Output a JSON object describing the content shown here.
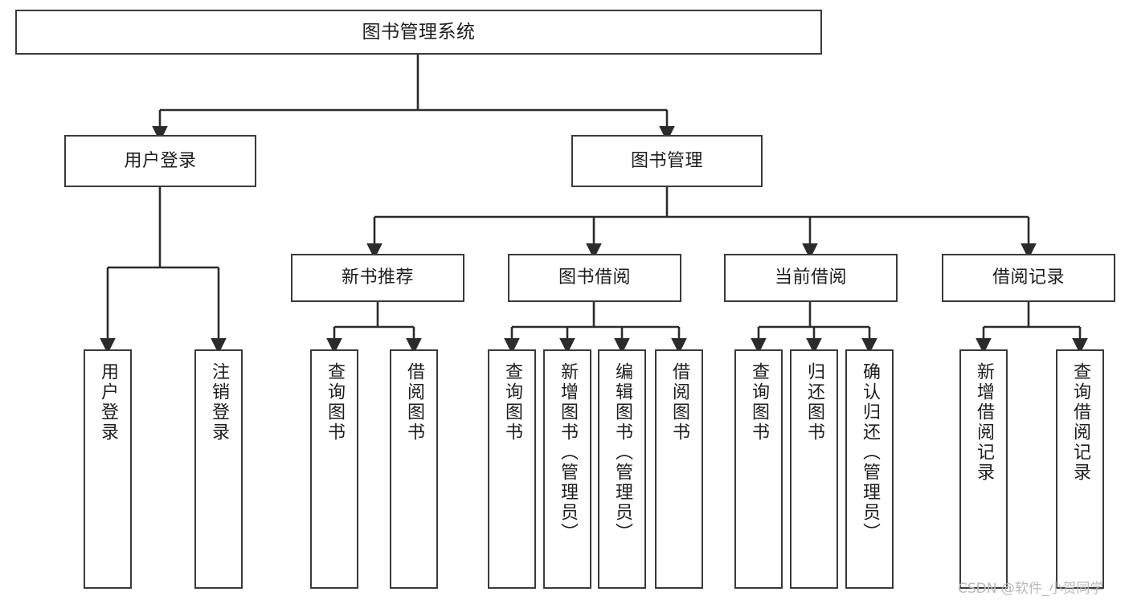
{
  "diagram": {
    "title": "图书管理系统",
    "type": "tree-hierarchy",
    "colors": {
      "box_border": "#3a3a3a",
      "box_fill": "#ffffff",
      "connector": "#2b2b2b",
      "text": "#1d1d1d",
      "watermark": "#b9b9b9",
      "background": "#ffffff"
    }
  },
  "root": {
    "label": "图书管理系统"
  },
  "level2": [
    {
      "id": "user-login",
      "label": "用户登录"
    },
    {
      "id": "book-manage",
      "label": "图书管理"
    }
  ],
  "level3": [
    {
      "id": "new-book-recommend",
      "label": "新书推荐"
    },
    {
      "id": "book-borrow",
      "label": "图书借阅"
    },
    {
      "id": "current-borrow",
      "label": "当前借阅"
    },
    {
      "id": "borrow-record",
      "label": "借阅记录"
    }
  ],
  "leaves": {
    "user_login": [
      {
        "id": "leaf-user-login",
        "label": "用户登录"
      },
      {
        "id": "leaf-logout-login",
        "label": "注销登录"
      }
    ],
    "new_book_recommend": [
      {
        "id": "leaf-query-book-1",
        "label": "查询图书"
      },
      {
        "id": "leaf-borrow-book-1",
        "label": "借阅图书"
      }
    ],
    "book_borrow": [
      {
        "id": "leaf-query-book-2",
        "label": "查询图书"
      },
      {
        "id": "leaf-add-book",
        "label": "新增图书（管理员）"
      },
      {
        "id": "leaf-edit-book",
        "label": "编辑图书（管理员）"
      },
      {
        "id": "leaf-borrow-book-2",
        "label": "借阅图书"
      }
    ],
    "current_borrow": [
      {
        "id": "leaf-query-book-3",
        "label": "查询图书"
      },
      {
        "id": "leaf-return-book",
        "label": "归还图书"
      },
      {
        "id": "leaf-confirm-return",
        "label": "确认归还（管理员）"
      }
    ],
    "borrow_record": [
      {
        "id": "leaf-add-record",
        "label": "新增借阅记录"
      },
      {
        "id": "leaf-query-record",
        "label": "查询借阅记录"
      }
    ]
  },
  "watermark": {
    "text": "CSDN @软件_小贺同学"
  }
}
